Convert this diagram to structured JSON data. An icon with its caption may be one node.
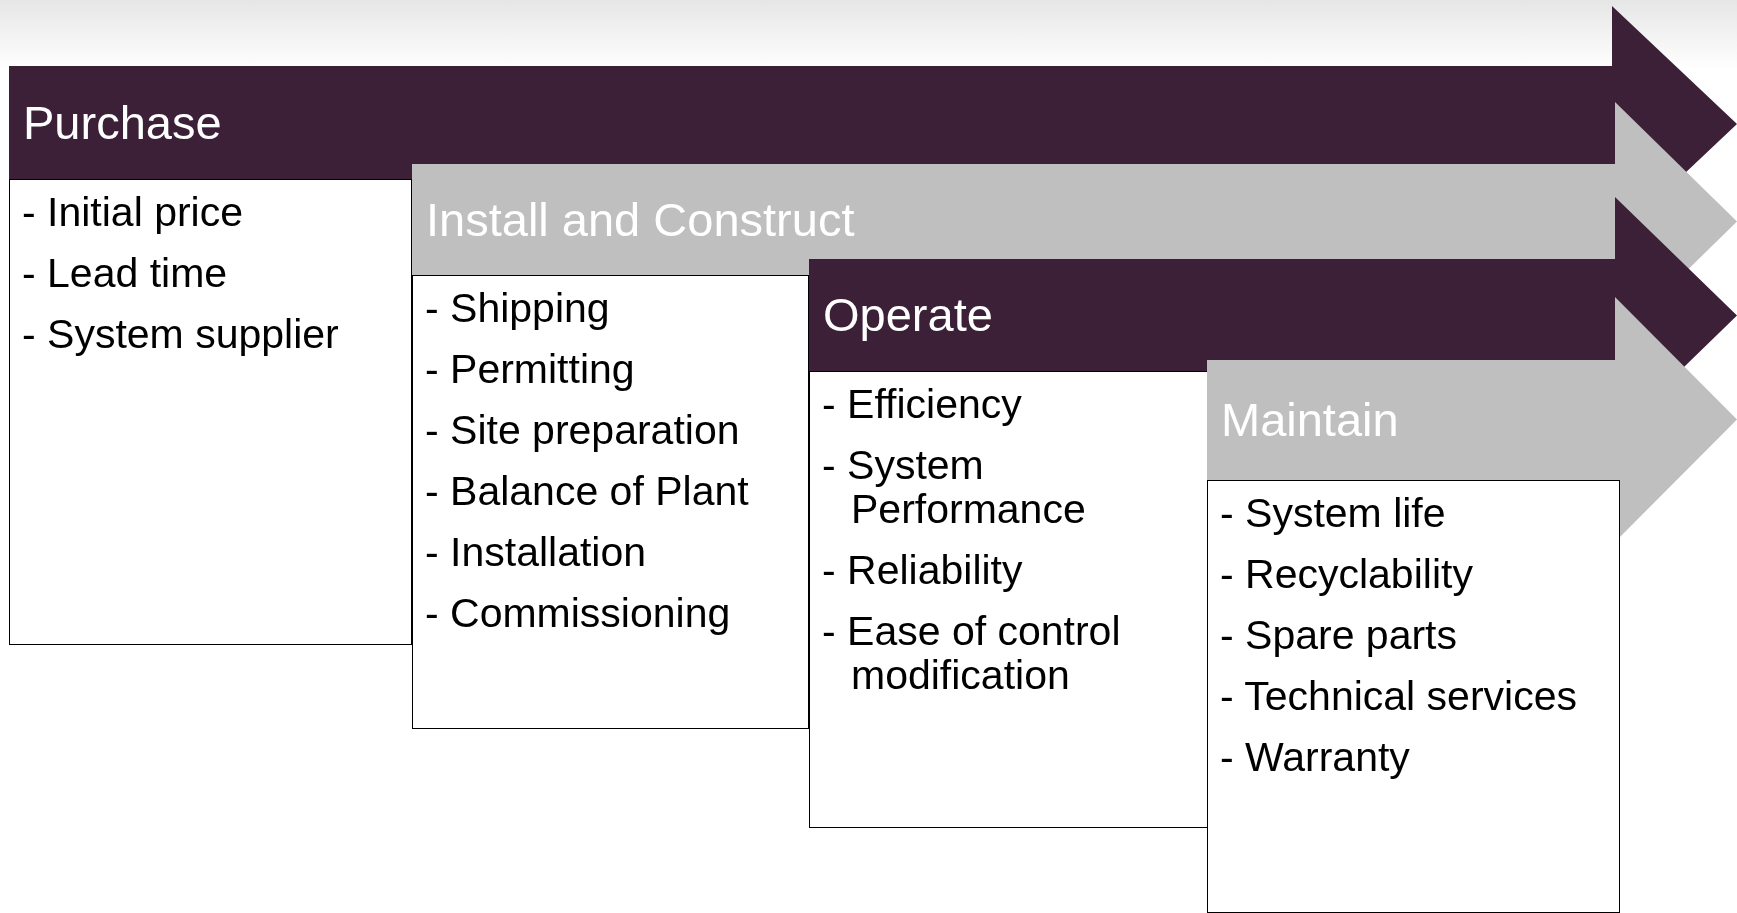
{
  "diagram": {
    "nodes": [
      {
        "text": [
          "Purchase"
        ]
      },
      {
        "text": [
          "- Initial price",
          "- Lead time",
          "- System supplier"
        ]
      },
      {
        "text": [
          "Install and Construct"
        ]
      },
      {
        "text": [
          "- Shipping",
          "- Permitting",
          "- Site preparation",
          "- Balance of Plant",
          "- Installation",
          "- Commissioning"
        ]
      },
      {
        "text": [
          "Operate"
        ]
      },
      {
        "text": [
          "- Efficiency",
          "- System Performance",
          "- Reliability",
          "- Ease of control modification"
        ]
      },
      {
        "text": [
          "Maintain"
        ]
      },
      {
        "text": [
          "- System life",
          "- Recyclability",
          "- Spare parts",
          "- Technical services",
          "- Warranty"
        ]
      }
    ]
  }
}
